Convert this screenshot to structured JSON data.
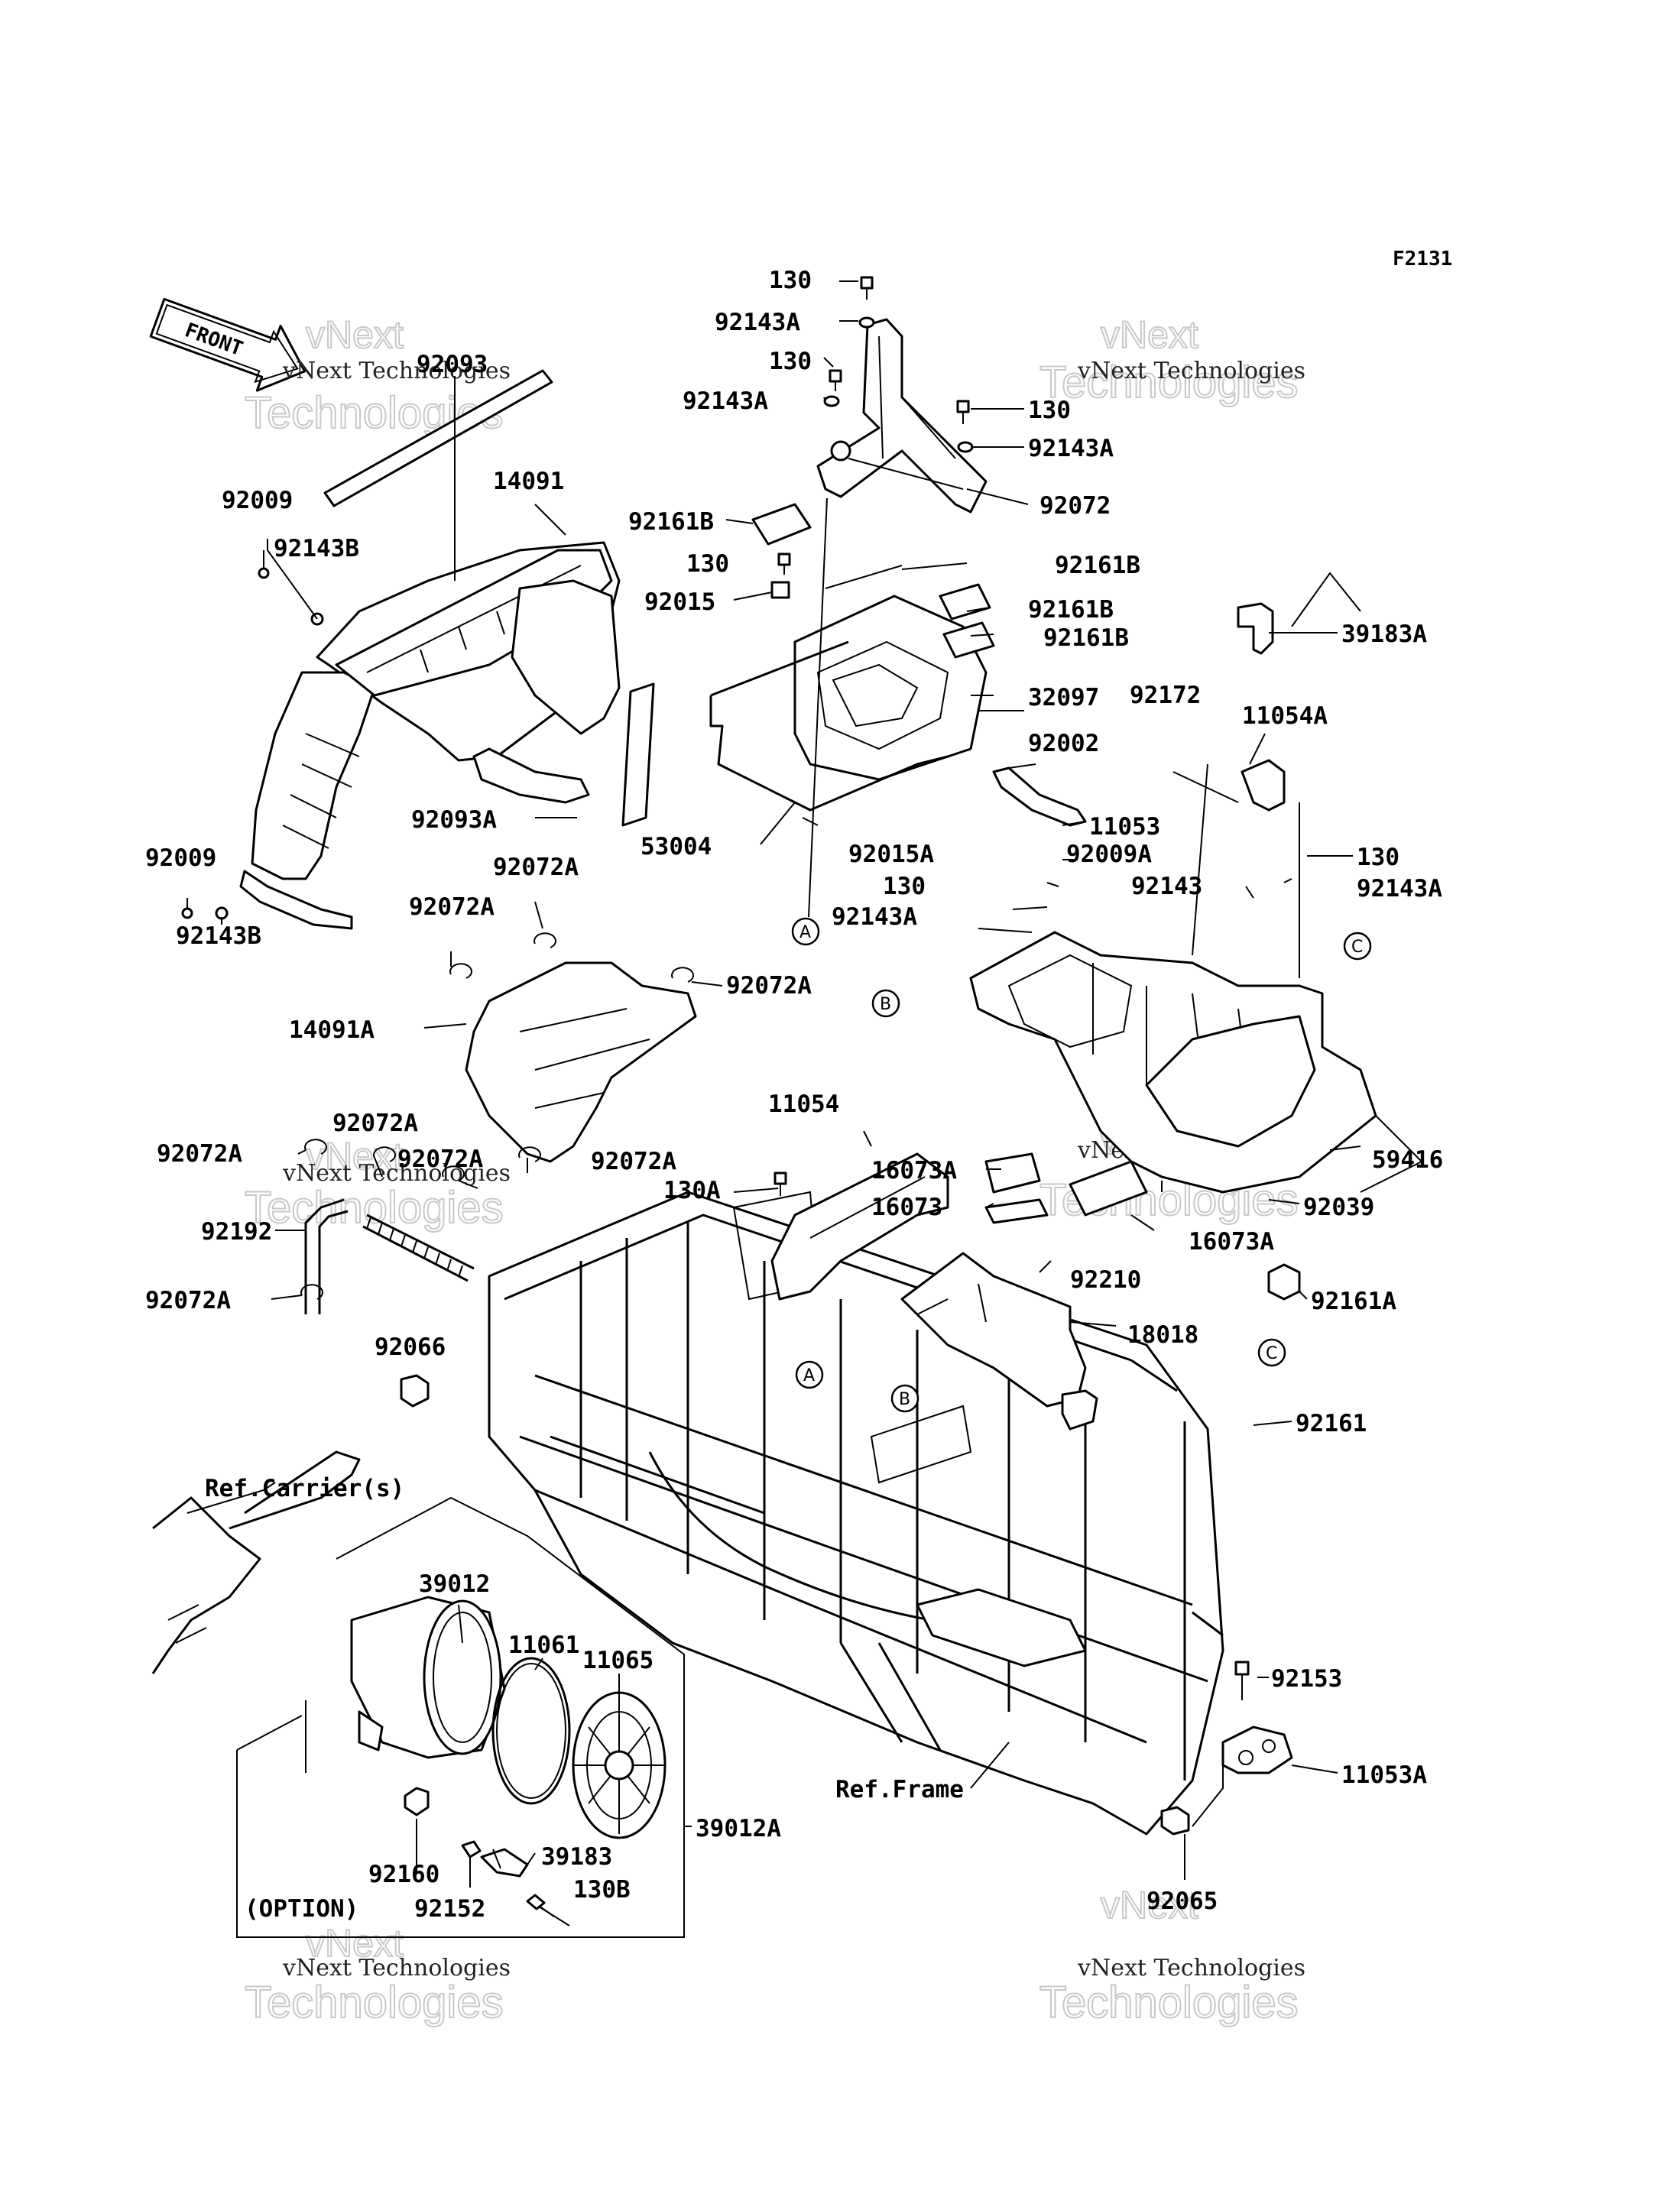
{
  "figure_code": "F2131",
  "front_arrow_text": "FRONT",
  "watermark": {
    "line": "vNext Technologies",
    "big_top": "vNext",
    "big_bottom": "Technologies"
  },
  "ref_carrier": "Ref.Carrier(s)",
  "ref_frame": "Ref.Frame",
  "option_text": "(OPTION)",
  "callouts": {
    "a": "A",
    "b": "B",
    "c": "C"
  },
  "labels": {
    "p130_1": "130",
    "p92143A_1": "92143A",
    "p130_2": "130",
    "p92143A_2": "92143A",
    "p130_3": "130",
    "p92143A_3": "92143A",
    "p92072": "92072",
    "p92161B_1": "92161B",
    "p130_4": "130",
    "p92161B_2": "92161B",
    "p92015": "92015",
    "p92161B_3": "92161B",
    "p92161B_4": "92161B",
    "p32097": "32097",
    "p53004": "53004",
    "p92093": "92093",
    "p14091": "14091",
    "p92009_1": "92009",
    "p92143B_1": "92143B",
    "p92093A": "92093A",
    "p92009_2": "92009",
    "p92143B_2": "92143B",
    "p92072A_1": "92072A",
    "p92072A_2": "92072A",
    "p92072A_3": "92072A",
    "p14091A": "14091A",
    "p92072A_4": "92072A",
    "p92072A_5": "92072A",
    "p92072A_6": "92072A",
    "p92072A_7": "92072A",
    "p92192": "92192",
    "p92072A_8": "92072A",
    "p92066": "92066",
    "p39183A": "39183A",
    "p92172": "92172",
    "p11054A": "11054A",
    "p92002": "92002",
    "p11053": "11053",
    "p92015A": "92015A",
    "p92009A": "92009A",
    "p130_5": "130",
    "p92143A_4": "92143A",
    "p130_6": "130",
    "p92143": "92143",
    "p92143A_5": "92143A",
    "p11054": "11054",
    "p130A": "130A",
    "p16073A_1": "16073A",
    "p16073": "16073",
    "p16073A_2": "16073A",
    "p59416": "59416",
    "p92039": "92039",
    "p92210": "92210",
    "p18018": "18018",
    "p92161A": "92161A",
    "p92161": "92161",
    "p92153": "92153",
    "p11053A": "11053A",
    "p92065": "92065",
    "p39012": "39012",
    "p11061": "11061",
    "p11065": "11065",
    "p39012A": "39012A",
    "p39183": "39183",
    "p92160": "92160",
    "p92152": "92152",
    "p130B": "130B"
  }
}
